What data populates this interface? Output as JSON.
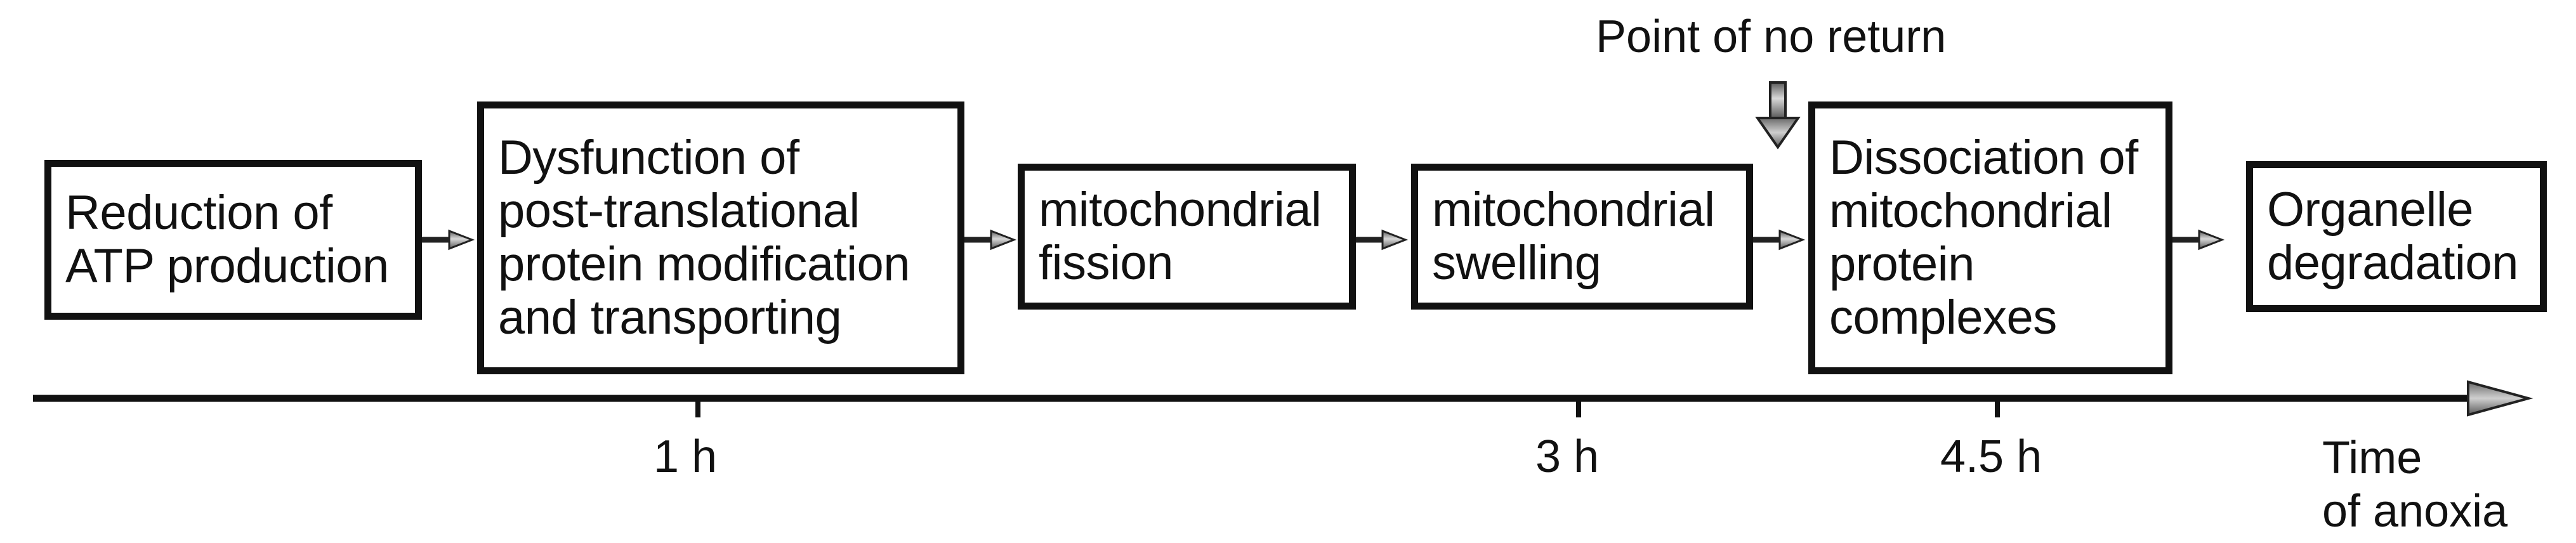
{
  "steps": [
    {
      "text": "Reduction of\nATP production"
    },
    {
      "text": "Dysfunction of\npost-translational\nprotein modification\nand transporting"
    },
    {
      "text": "mitochondrial\nfission"
    },
    {
      "text": "mitochondrial\nswelling"
    },
    {
      "text": "Dissociation of\nmitochondrial\nprotein\ncomplexes"
    },
    {
      "text": "Organelle\ndegradation"
    }
  ],
  "callout": {
    "text": "Point of no return"
  },
  "timeline": {
    "ticks": [
      {
        "label": "1 h"
      },
      {
        "label": "3 h"
      },
      {
        "label": "4.5 h"
      }
    ],
    "axis_label": "Time\nof anoxia"
  },
  "colors": {
    "ink": "#111111",
    "arrow_fill": "#8a8a8a"
  }
}
